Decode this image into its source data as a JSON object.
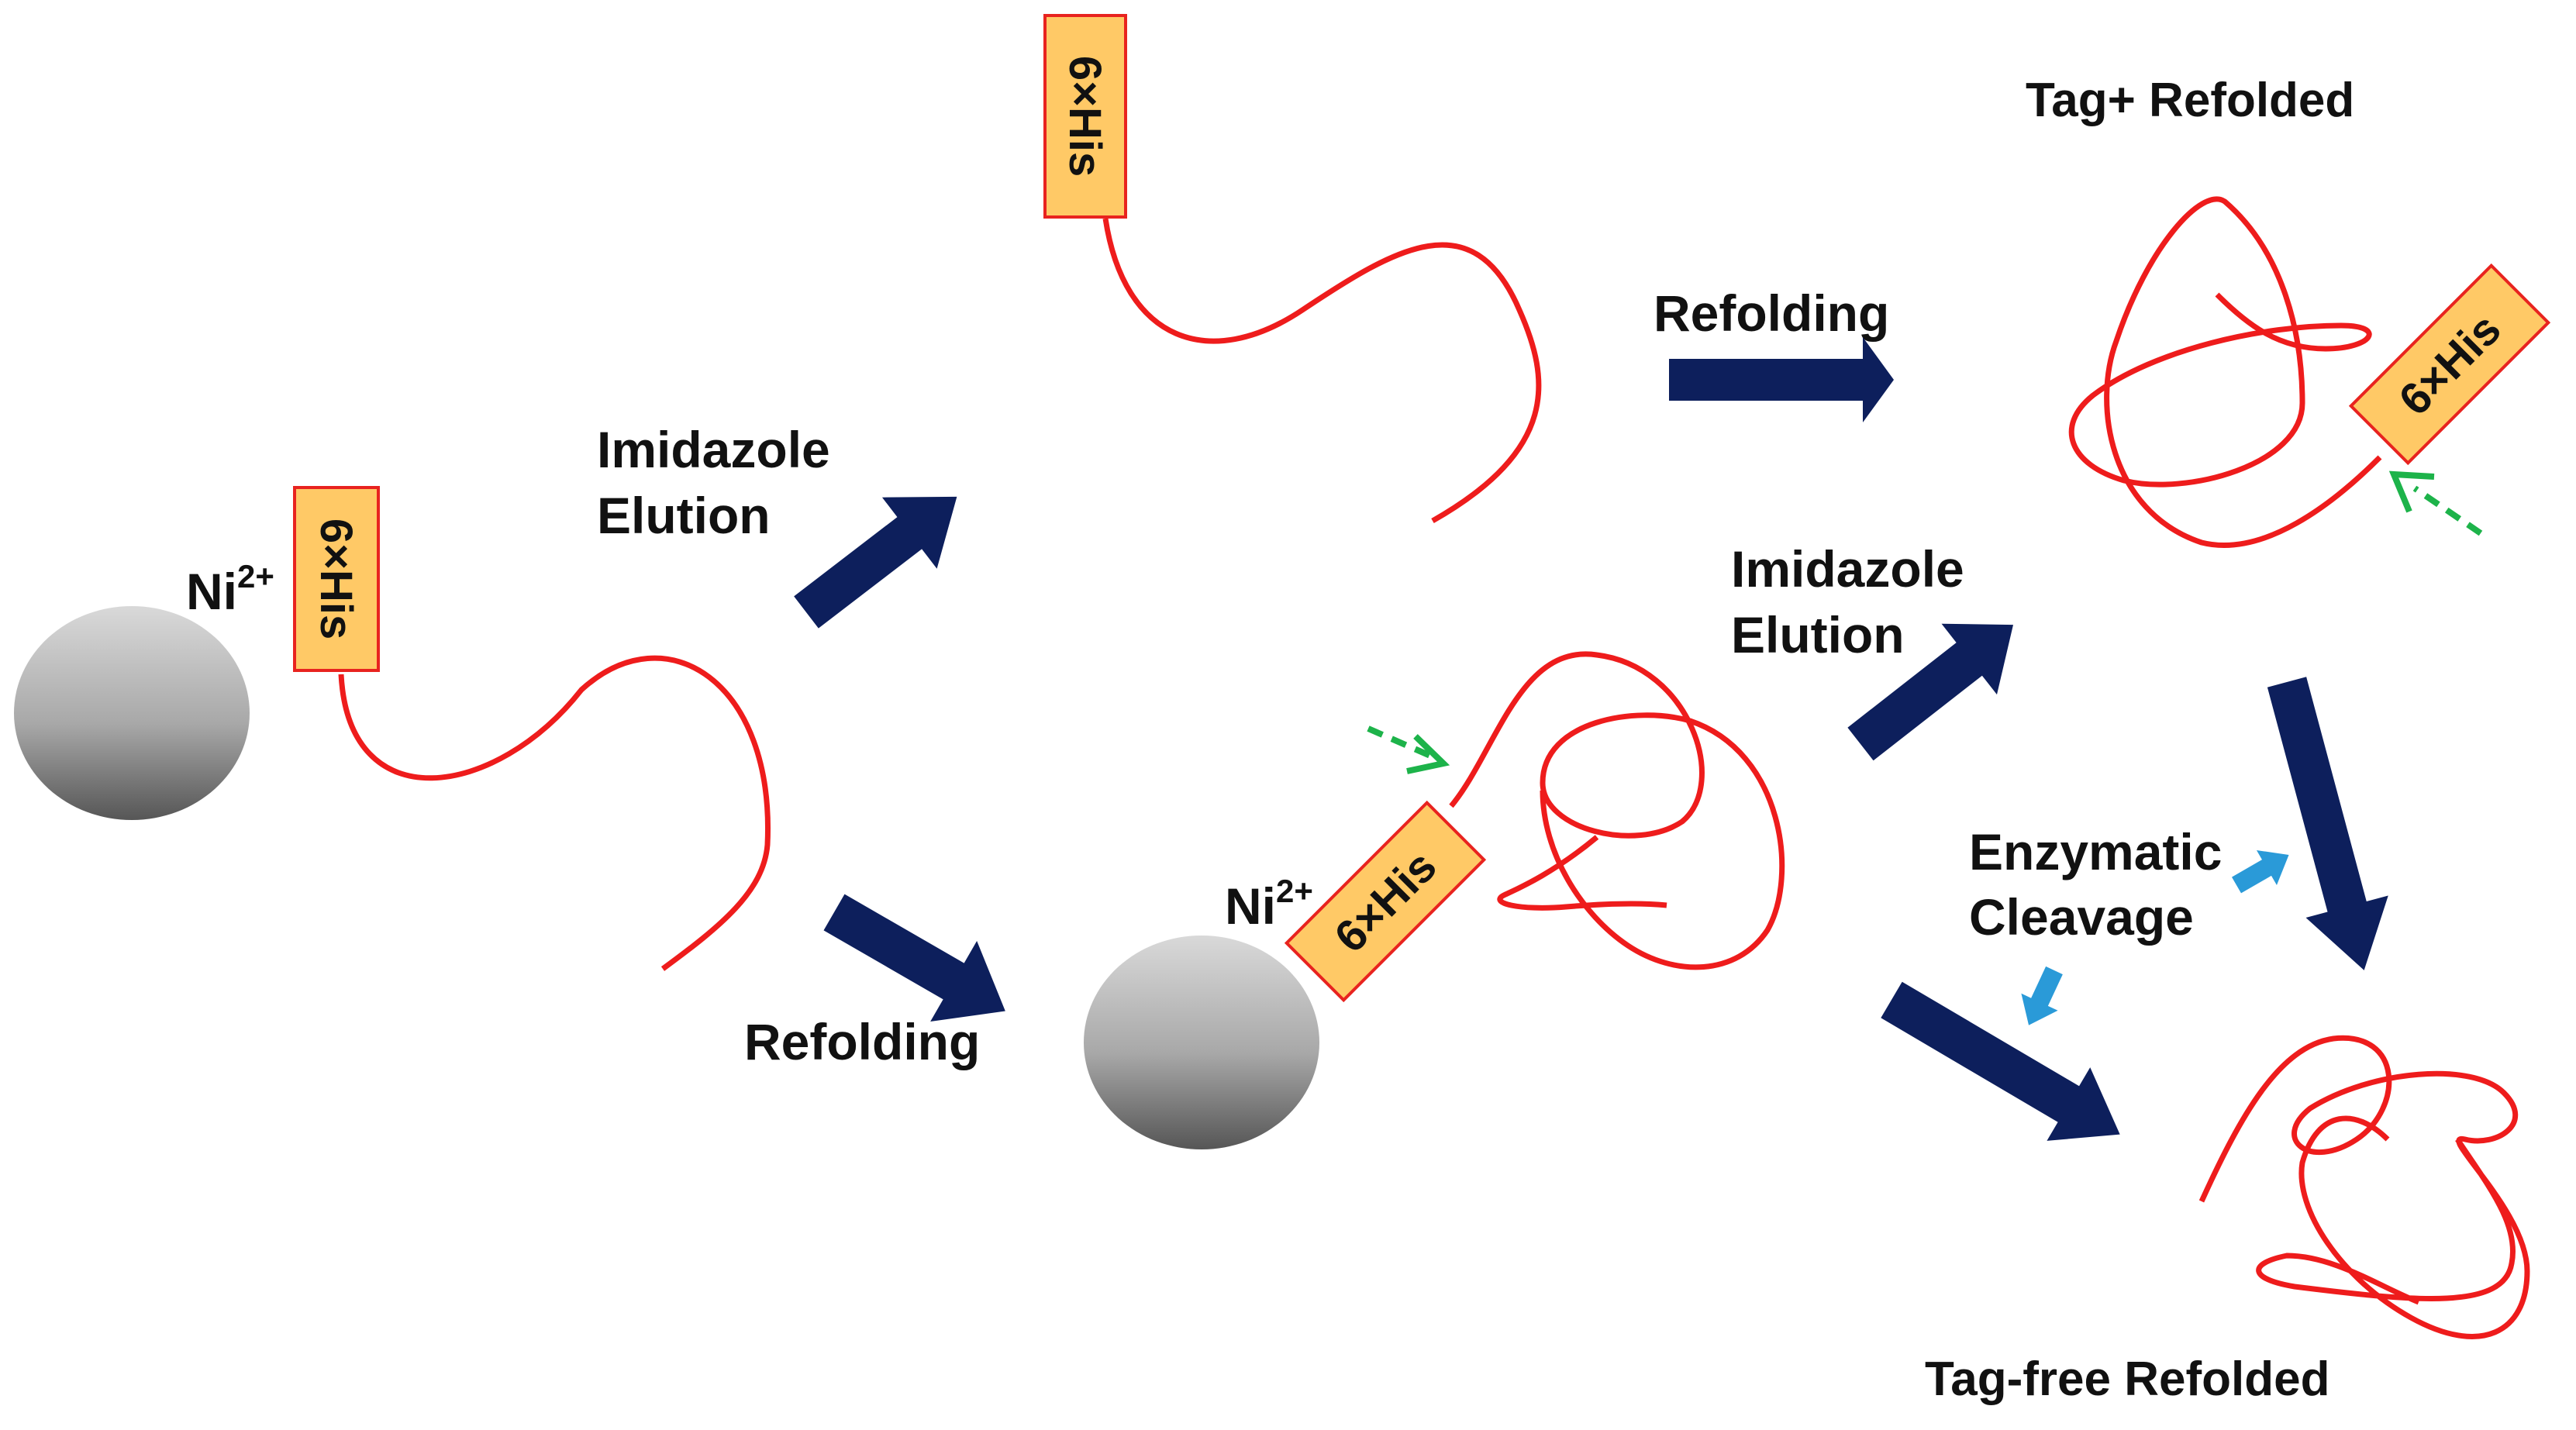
{
  "diagram": {
    "tag_label": "6×His",
    "ni_label": "Ni",
    "ni_charge": "2+",
    "labels": {
      "imidazole_line1": "Imidazole",
      "elution_line2": "Elution",
      "refolding": "Refolding",
      "enzymatic_line1": "Enzymatic",
      "cleavage_line2": "Cleavage",
      "tag_plus_refolded": "Tag+ Refolded",
      "tag_free_refolded": "Tag-free Refolded"
    },
    "colors": {
      "chain": "#ee1c1c",
      "tag_fill": "#ffc966",
      "tag_stroke": "#e8231f",
      "arrow_dark": "#0d1f5c",
      "arrow_light": "#2a9ad8",
      "pointer_green": "#1db34a",
      "bead_light": "#d6d6d6",
      "bead_dark": "#5a5a5a"
    }
  }
}
